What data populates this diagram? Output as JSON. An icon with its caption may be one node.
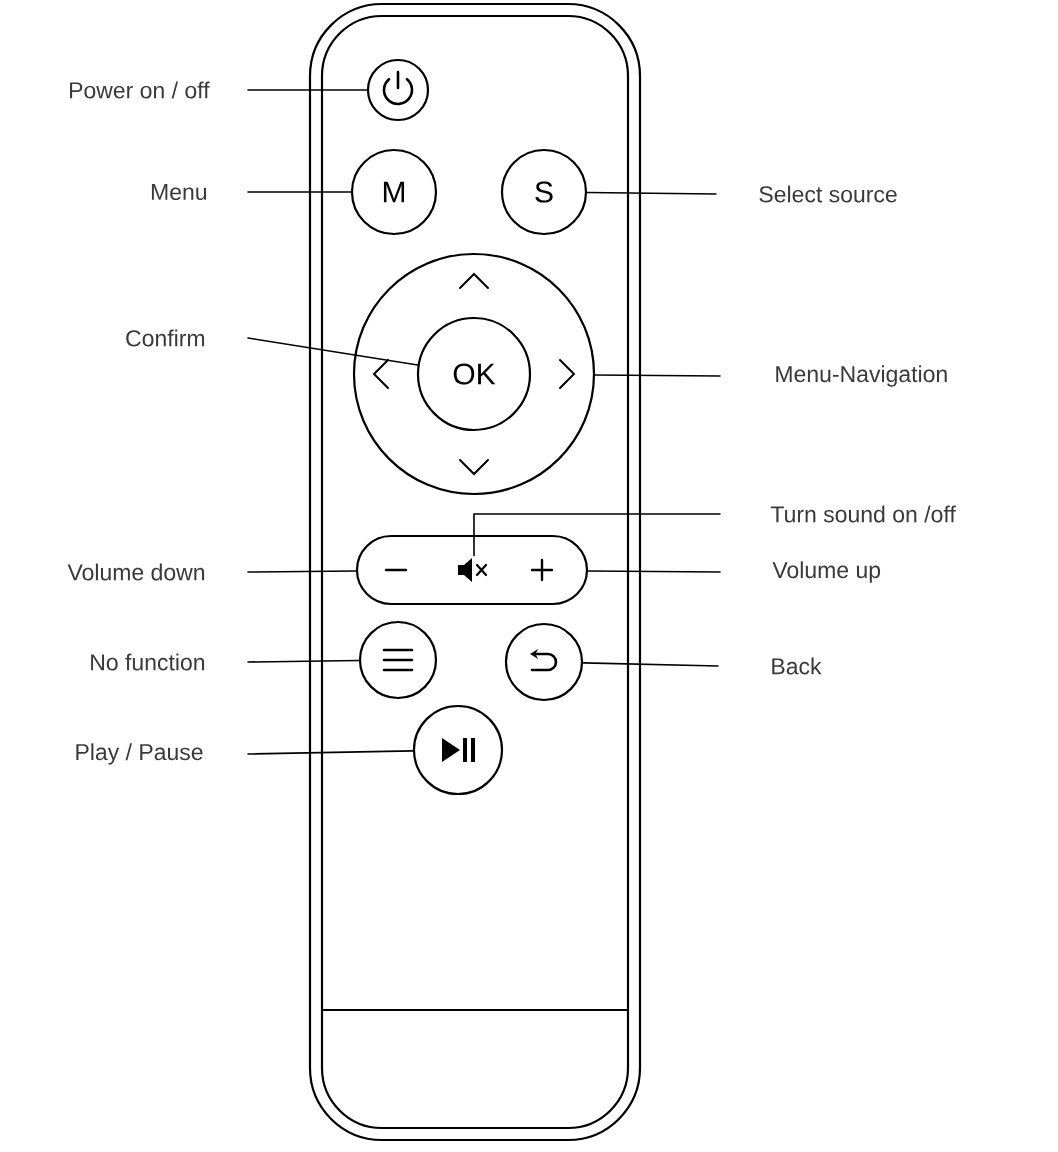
{
  "diagram": {
    "nodes": [
      {
        "text": [
          "Power on / off"
        ]
      },
      {
        "text": [],
        "shape": "circle"
      },
      {
        "text": [
          "Menu"
        ]
      },
      {
        "text": [
          "M"
        ]
      },
      {
        "text": [
          "S"
        ]
      },
      {
        "text": [
          "Select source"
        ]
      },
      {
        "text": [],
        "shape": "circle"
      },
      {
        "text": [
          "Confirm"
        ]
      },
      {
        "text": [
          "OK"
        ],
        "in": 6
      },
      {
        "text": [
          "Menu-Navigation"
        ]
      },
      {
        "text": [
          "Turn sound on /off"
        ]
      },
      {
        "text": [
          "Volume down"
        ]
      },
      {
        "text": [],
        "shape": "box"
      },
      {
        "text": [],
        "shape": "speaker",
        "in": 12
      },
      {
        "text": [
          "Volume up"
        ]
      },
      {
        "text": [
          "No function"
        ]
      },
      {
        "text": [],
        "shape": "circle"
      },
      {
        "text": [],
        "shape": "circle"
      },
      {
        "text": [
          "Back"
        ]
      },
      {
        "text": [
          "Play / Pause"
        ]
      },
      {
        "text": [],
        "shape": "circle"
      }
    ],
    "edges": [
      {
        "from": 0,
        "to": 1,
        "arrow": "none"
      },
      {
        "from": 2,
        "to": 3,
        "arrow": "none"
      },
      {
        "from": 5,
        "to": 4,
        "arrow": "none"
      },
      {
        "from": 7,
        "to": 8,
        "arrow": "none"
      },
      {
        "from": 9,
        "to": 6,
        "arrow": "none"
      },
      {
        "from": 10,
        "to": 13,
        "arrow": "none"
      },
      {
        "from": 11,
        "to": 12,
        "arrow": "none"
      },
      {
        "from": 14,
        "to": 12,
        "arrow": "none"
      },
      {
        "from": 15,
        "to": 16,
        "arrow": "none"
      },
      {
        "from": 18,
        "to": 17,
        "arrow": "none"
      },
      {
        "from": 19,
        "to": 20,
        "arrow": "none"
      }
    ]
  }
}
